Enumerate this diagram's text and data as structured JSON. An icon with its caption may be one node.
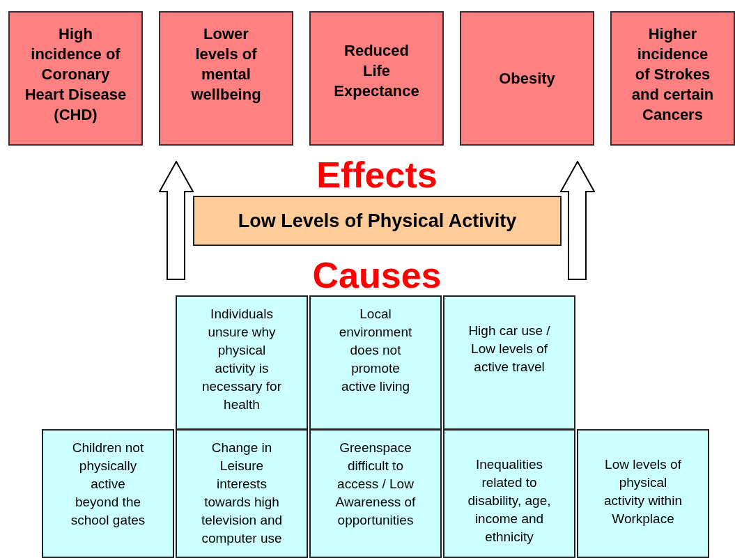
{
  "diagram": {
    "nodes": [
      {
        "text": [
          "High incidence of Coronary Heart Disease (CHD)"
        ]
      },
      {
        "text": [
          "Lower levels of mental wellbeing"
        ]
      },
      {
        "text": [
          "Reduced Life Expectance"
        ]
      },
      {
        "text": [
          "Obesity"
        ]
      },
      {
        "text": [
          "Higher incidence of Strokes and certain Cancers"
        ]
      },
      {
        "text": [
          "Low Levels of Physical Activity"
        ]
      },
      {
        "text": [
          "Individuals unsure why physical activity is necessary for health"
        ]
      },
      {
        "text": [
          "Local environment does not promote active living"
        ]
      },
      {
        "text": [
          "High car use / Low levels of active travel"
        ]
      },
      {
        "text": [
          "Children not physically active beyond the school gates"
        ]
      },
      {
        "text": [
          "Change in Leisure interests towards high television and computer use"
        ]
      },
      {
        "text": [
          "Greenspace difficult to access / Low Awareness of opportunities"
        ]
      },
      {
        "text": [
          "Inequalities related to disability, age, income and ethnicity"
        ]
      },
      {
        "text": [
          "Low levels of physical activity within Workplace"
        ]
      }
    ],
    "edges": [
      {
        "from": 6,
        "to": 1,
        "arrow": "to"
      },
      {
        "from": 8,
        "to": 3,
        "arrow": "to"
      }
    ],
    "labels": [
      "Effects",
      "Causes"
    ]
  }
}
